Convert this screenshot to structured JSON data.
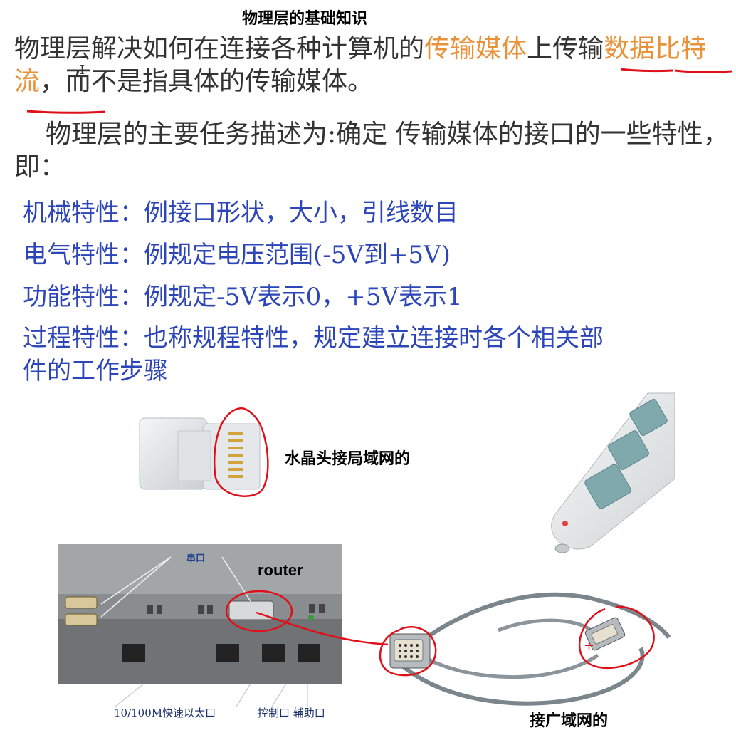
{
  "title": "物理层的基础知识",
  "para1": {
    "part1": "物理层解决如何在连接各种计算机的",
    "highlight1": "传输媒体",
    "part2": "上",
    "part3": "传输",
    "highlight2": "数据比特流",
    "part4": "，而不是指具体的传输媒体。"
  },
  "para2": "物理层的主要任务描述为:确定 传输媒体的接口的一些特性，即：",
  "features": [
    "机械特性：例接口形状，大小，引线数目",
    "电气特性：例规定电压范围(-5V到+5V)",
    "功能特性：例规定-5V表示0，+5V表示1",
    "过程特性：也称规程特性，规定建立连接时各个相关部",
    "件的工作步骤"
  ],
  "images": {
    "rj45_caption": "水晶头接局域网的",
    "router_caption": "router",
    "serial_label": "串口",
    "ethernet_label": "10/100M快速以太口",
    "console_label": "控制口 辅助口",
    "wan_caption": "接广域网的"
  },
  "colors": {
    "text": "#333333",
    "orange": "#e8923a",
    "blue": "#2c45b8",
    "annotation_red": "#e0101a"
  }
}
